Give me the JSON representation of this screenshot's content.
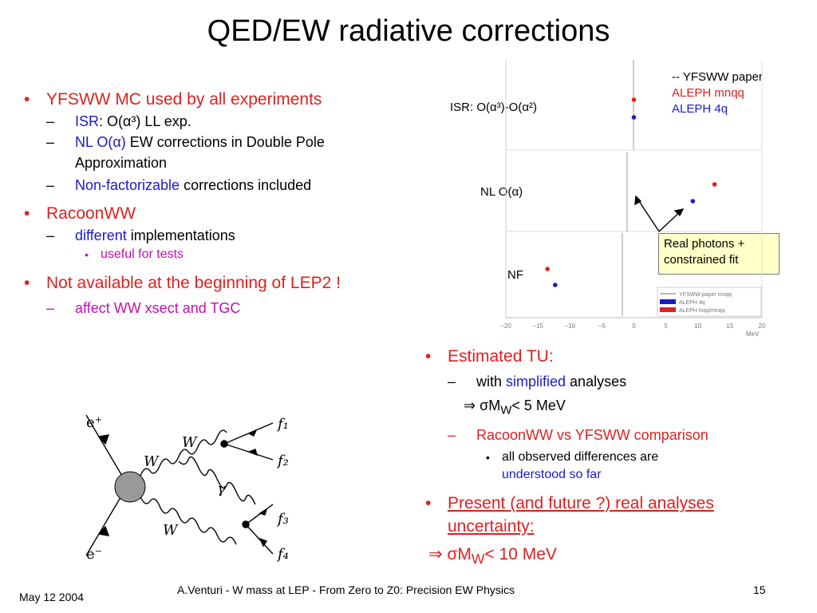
{
  "title": "QED/EW radiative corrections",
  "left": {
    "b1": "YFSWW MC used by all experiments",
    "b1_isr_label": "ISR",
    "b1_isr_rest": ":  O(α³) LL exp.",
    "b1_nl_label": "NL O(α)",
    "b1_nl_rest": " EW corrections in Double Pole Approximation",
    "b1_nf_label": "Non-factorizable",
    "b1_nf_rest": " corrections included",
    "b2": "RacoonWW",
    "b2_diff_label": "different",
    "b2_diff_rest": " implementations",
    "b2_sub": "useful for tests",
    "b3": "Not available at the beginning of LEP2 !",
    "b3_sub": "affect WW xsect and TGC"
  },
  "right": {
    "b1": "Estimated TU:",
    "b1_with": "with ",
    "b1_simpl": "simplified",
    "b1_analyses": " analyses",
    "b1_result": "⇒ σM",
    "b1_result_sub": "W",
    "b1_result_rest": "< 5 MeV",
    "b1_cmp": "RacoonWW vs YFSWW comparison",
    "b1_obs": "all observed differences are",
    "b1_underst": "understood so far",
    "b2": "Present (and future ?) real analyses uncertainty:",
    "b2_result": "⇒ σM",
    "b2_result_sub": "W",
    "b2_result_rest": "<  10 MeV"
  },
  "footer": {
    "date": "May 12 2004",
    "center": "A.Venturi - W mass at LEP - From Zero to Z0: Precision EW Physics",
    "page": "15"
  },
  "plot": {
    "legend_top": [
      "-- YFSWW paper",
      "ALEPH mnqq",
      "ALEPH 4q"
    ],
    "row_labels": [
      "ISR:  O(α³)-O(α²)",
      "NL O(α)",
      "NF"
    ],
    "callout": "Real photons + constrained fit",
    "legend_box": [
      "YFSWW paper mnqq",
      "ALEPH 4q",
      "ALEPH lnqq/mnqq"
    ],
    "x_ticks": [
      "−20",
      "−15",
      "−10",
      "−5",
      "0",
      "5",
      "10",
      "15",
      "20"
    ],
    "x_unit": "MeV",
    "colors": {
      "red": "#e02020",
      "blue": "#1a1acc"
    }
  },
  "chart_data": {
    "type": "scatter",
    "xlim": [
      -20,
      20
    ],
    "xunit": "MeV",
    "categories": [
      "ISR:  O(α³)-O(α²)",
      "NL O(α)",
      "NF"
    ],
    "series": [
      {
        "name": "ALEPH mnqq",
        "color": "#e02020",
        "values": [
          0,
          12.6,
          -13.5
        ]
      },
      {
        "name": "ALEPH 4q",
        "color": "#1a1acc",
        "values": [
          0,
          9.2,
          -12.3
        ]
      }
    ]
  },
  "feynman": {
    "labels": [
      "e⁺",
      "e⁻",
      "W",
      "W",
      "W",
      "γ",
      "f₁",
      "f₂",
      "f₃",
      "f₄"
    ]
  }
}
